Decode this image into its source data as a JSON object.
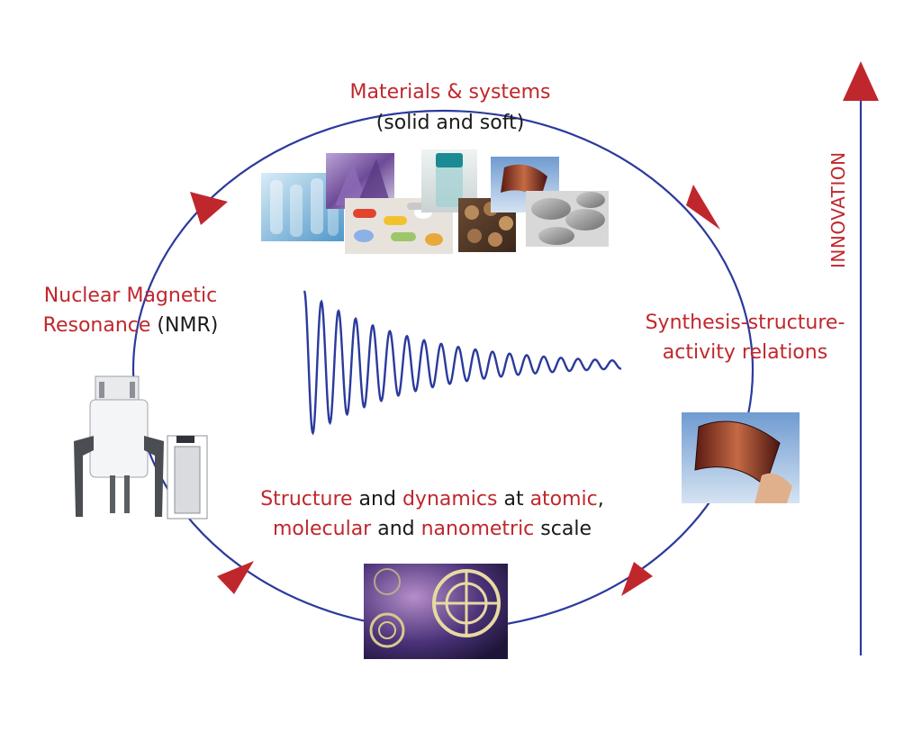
{
  "labels": {
    "materials_title": "Materials & systems",
    "materials_subtitle": "(solid and soft)",
    "nmr_line1": "Nuclear Magnetic",
    "nmr_line2_red": "Resonance",
    "nmr_line2_dark": " (NMR)",
    "synthesis_line1": "Synthesis-structure-",
    "synthesis_line2": "activity relations",
    "structure_line1": {
      "w1": "Structure",
      "w2": " and ",
      "w3": "dynamics",
      "w4": " at ",
      "w5": "atomic",
      "w6": ","
    },
    "structure_line2": {
      "w1": "molecular",
      "w2": " and ",
      "w3": "nanometric",
      "w4": " scale"
    },
    "innovation": "INNOVATION"
  },
  "icons": {
    "images": [
      "water-bottles-photo",
      "crystals-photo",
      "pills-photo",
      "glass-vial-photo",
      "wooden-discs-photo",
      "flexible-display-photo",
      "ceramic-bowls-photo",
      "nmr-spectrometer-illustration",
      "flexible-electronics-photo",
      "fullerene-molecule-illustration"
    ],
    "signal": "fid-signal-graphic"
  },
  "colors": {
    "cycle_line": "#2b3a9c",
    "arrowhead": "#c0272d",
    "red_text": "#c0272d",
    "signal": "#2b3a9c"
  }
}
